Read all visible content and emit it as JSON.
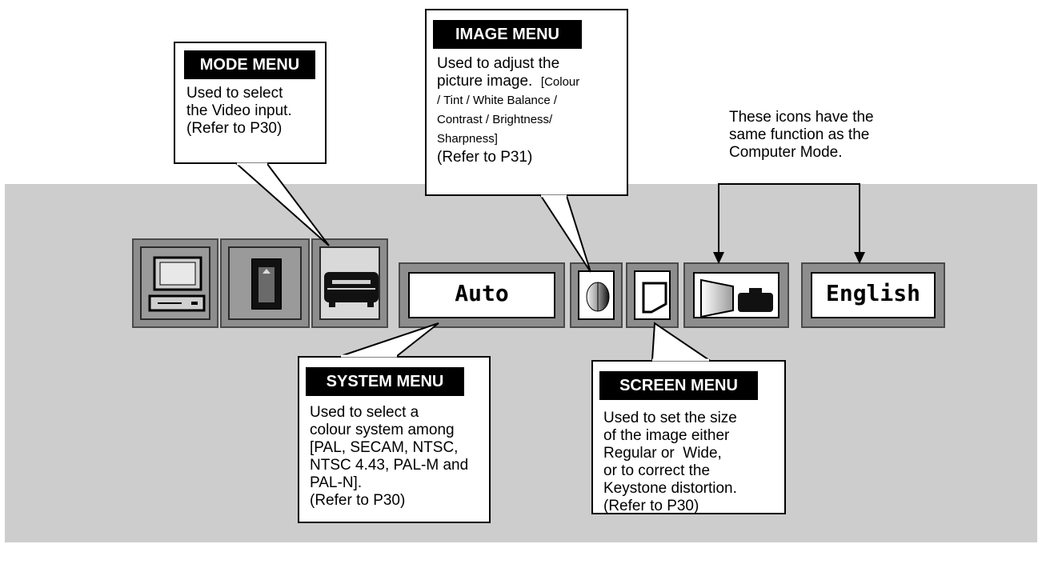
{
  "mode_menu": {
    "title": "MODE MENU",
    "body": "Used to select\nthe Video input.\n(Refer to P30)"
  },
  "image_menu": {
    "title": "IMAGE MENU",
    "body_line1": "Used to adjust the",
    "body_line2": "picture image.",
    "body_line2_small": "[Colour",
    "body_small": "/ Tint / White Balance /\nContrast / Brightness/\nSharpness]",
    "body_ref": "(Refer to P31)"
  },
  "system_menu": {
    "title": "SYSTEM MENU",
    "body": "Used to select a\ncolour system among\n[PAL, SECAM, NTSC,\nNTSC 4.43, PAL-M and\nPAL-N].\n(Refer to P30)"
  },
  "screen_menu": {
    "title": "SCREEN MENU",
    "body": "Used to set the size\nof the image either\nRegular or  Wide,\nor to correct the\nKeystone distortion.\n(Refer to P30)"
  },
  "note": {
    "text": "These icons have the\nsame function as the\nComputer Mode."
  },
  "menubar": {
    "system_value": "Auto",
    "language_value": "English"
  },
  "icons": [
    "computer-icon",
    "video-card-icon",
    "vcr-icon",
    "image-adjust-icon",
    "screen-icon",
    "setting-icon"
  ],
  "colors": {
    "band": "#cdcdcd",
    "panel": "#8d8d8d",
    "header": "#000000"
  }
}
